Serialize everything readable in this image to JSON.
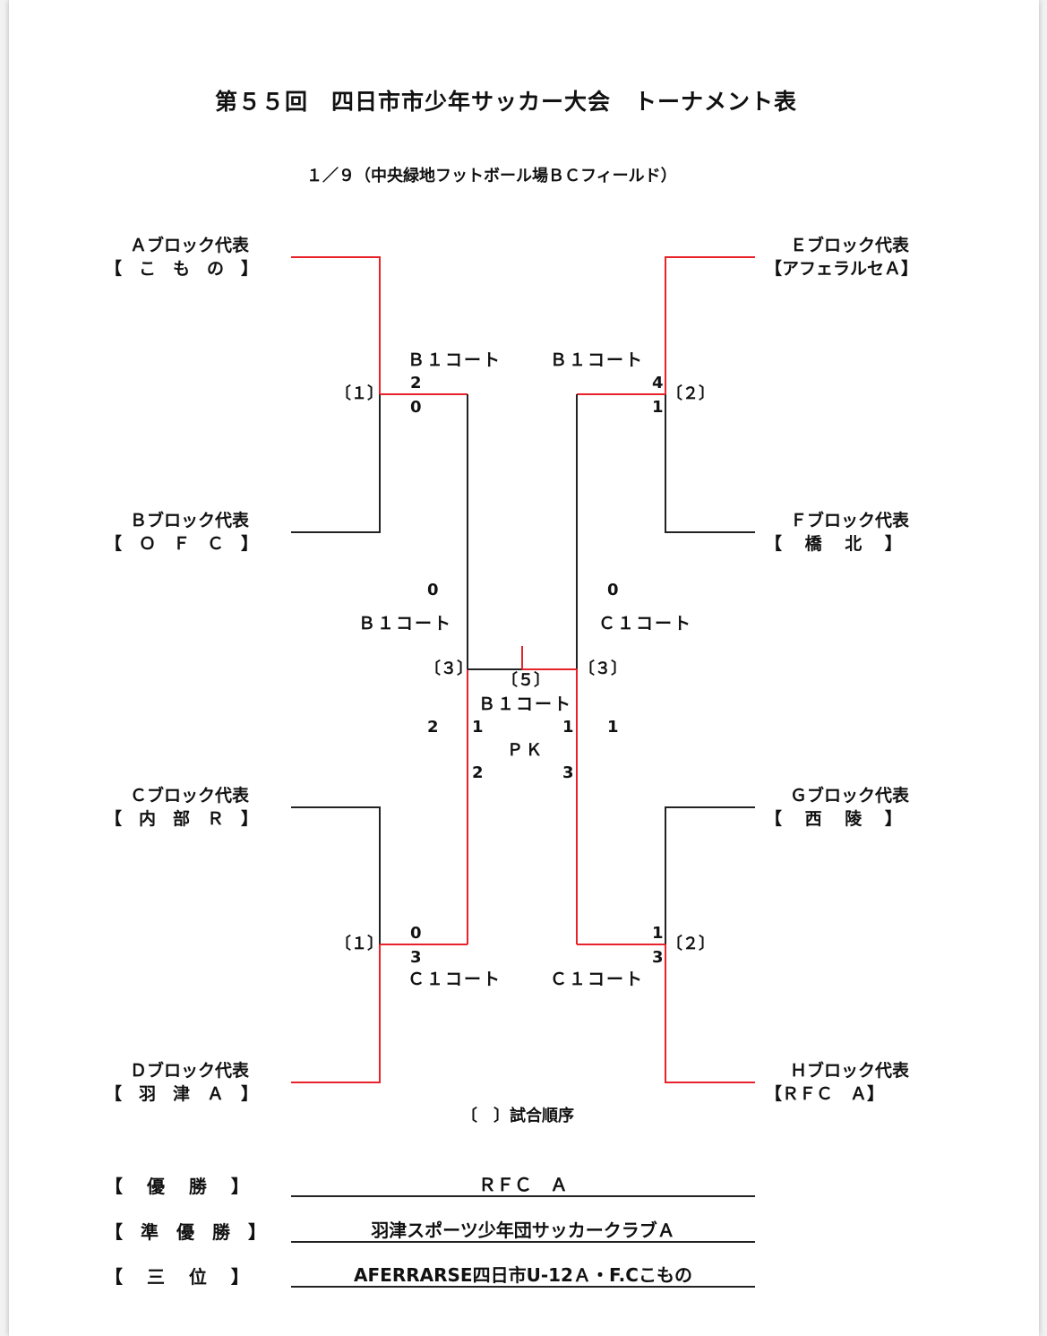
{
  "title": "第５５回　四日市市少年サッカー大会　トーナメント表",
  "subtitle": "１／９（中央緑地フットボール場ＢＣフィールド）",
  "teams": {
    "A": {
      "block": "Ａブロック代表",
      "name": "【　こ　も　の　】"
    },
    "B": {
      "block": "Ｂブロック代表",
      "name": "【　Ｏ　Ｆ　Ｃ　】"
    },
    "C": {
      "block": "Ｃブロック代表",
      "name": "【　内　部　Ｒ　】"
    },
    "D": {
      "block": "Ｄブロック代表",
      "name": "【　羽　津　Ａ　】"
    },
    "E": {
      "block": "Ｅブロック代表",
      "name": "【アフェラルセＡ】"
    },
    "F": {
      "block": "Ｆブロック代表",
      "name": "【　 橋　 北　 】"
    },
    "G": {
      "block": "Ｇブロック代表",
      "name": "【　 西　 陵　 】"
    },
    "H": {
      "block": "Ｈブロック代表",
      "name": "【ＲＦＣ　Ａ】"
    }
  },
  "courts": {
    "top_left": "Ｂ１コート",
    "top_right": "Ｂ１コート",
    "semi_left": "Ｂ１コート",
    "semi_right": "Ｃ１コート",
    "final": "Ｂ１コート",
    "bottom_left": "Ｃ１コート",
    "bottom_right": "Ｃ１コート"
  },
  "orders": {
    "top_left": "〔１〕",
    "top_right": "〔２〕",
    "bottom_left": "〔１〕",
    "bottom_right": "〔２〕",
    "semi_left": "〔３〕",
    "semi_right": "〔３〕",
    "final": "〔５〕"
  },
  "scores": {
    "top_left_upper": "2",
    "top_left_lower": "0",
    "top_right_upper": "4",
    "top_right_lower": "1",
    "bottom_left_upper": "0",
    "bottom_left_lower": "3",
    "bottom_right_upper": "1",
    "bottom_right_lower": "3",
    "semi_left_upper": "0",
    "semi_left_lower": "2",
    "semi_right_upper": "0",
    "semi_right_lower": "1",
    "final_left": "1",
    "final_right": "1",
    "pk_label": "ＰＫ",
    "pk_left": "2",
    "pk_right": "3"
  },
  "legend": "〔　〕試合順序",
  "results": {
    "champion_label": "【　 優　 勝 　】",
    "champion": "ＲＦＣ　Ａ",
    "runner_up_label": "【　準　優　勝　】",
    "runner_up": "羽津スポーツ少年団サッカークラブＡ",
    "third_label": "【　 三　 位 　】",
    "third": "AFERRARSE四日市U-12Ａ・F.Cこもの"
  },
  "colors": {
    "win_line": "#e8222a",
    "line": "#222222"
  }
}
